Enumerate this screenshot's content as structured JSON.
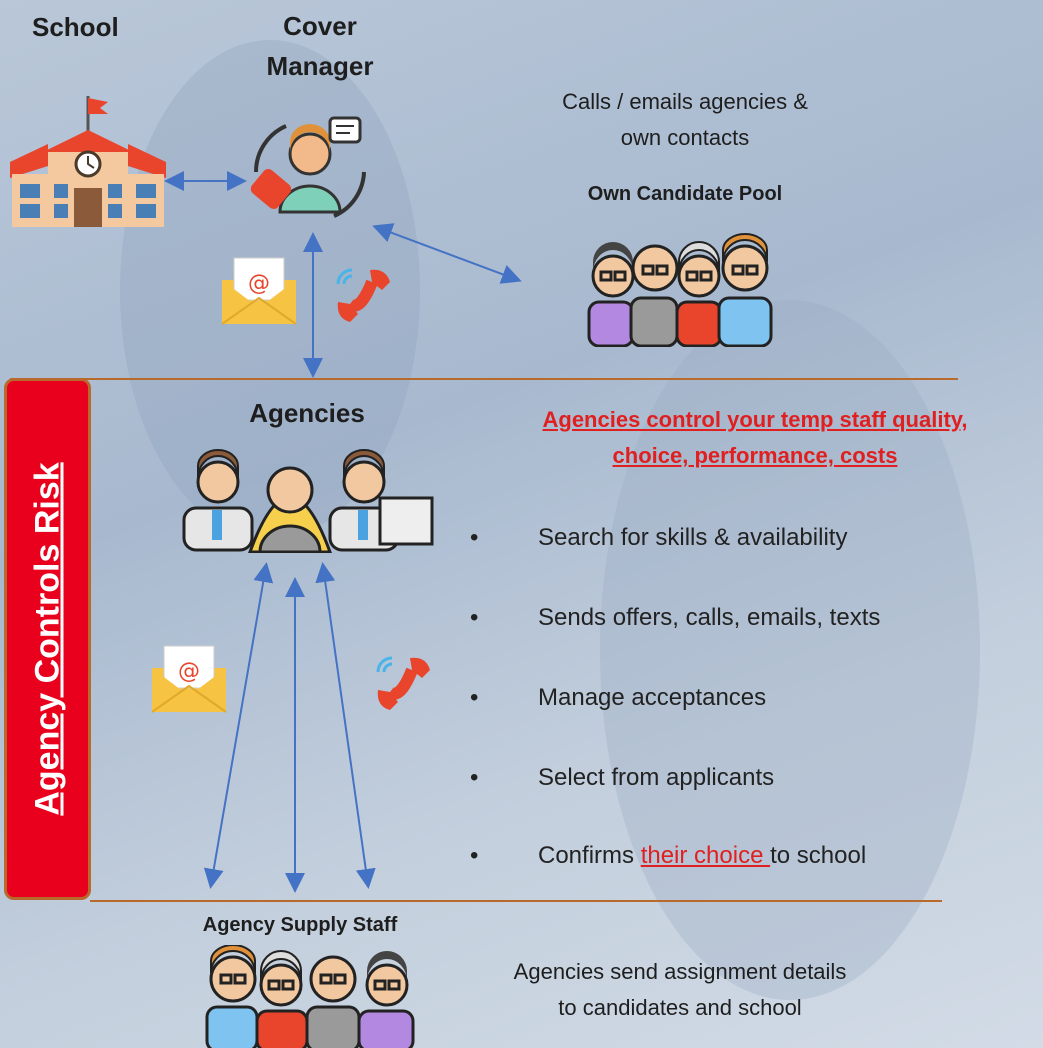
{
  "header": {
    "school": "School",
    "cover_manager_line1": "Cover",
    "cover_manager_line2": "Manager"
  },
  "own_contacts": {
    "line1": "Calls / emails agencies &",
    "line2": "own contacts",
    "pool_title": "Own Candidate Pool"
  },
  "agencies": {
    "title": "Agencies",
    "headline_line1": "Agencies control your temp staff quality,",
    "headline_line2": "choice, performance, costs",
    "bullets": [
      "Search for skills & availability",
      "Sends offers, calls, emails, texts",
      "Manage acceptances",
      "Select from applicants"
    ],
    "last_bullet_pre": "Confirms ",
    "last_bullet_highlight": "their choice ",
    "last_bullet_post": "to school",
    "bullet_symbol": "•"
  },
  "risk_label": "Agency Controls Risk",
  "supply": {
    "title": "Agency Supply Staff",
    "line1": "Agencies send assignment details",
    "line2": "to candidates and school"
  },
  "colors": {
    "arrow": "#4472c4",
    "divider": "#b86a2c",
    "risk_fill": "#e8001c",
    "headline": "#e02020"
  },
  "icons": [
    "school-building-icon",
    "call-center-icon",
    "email-icon",
    "phone-icon",
    "group-people-icon",
    "agency-operators-icon"
  ]
}
